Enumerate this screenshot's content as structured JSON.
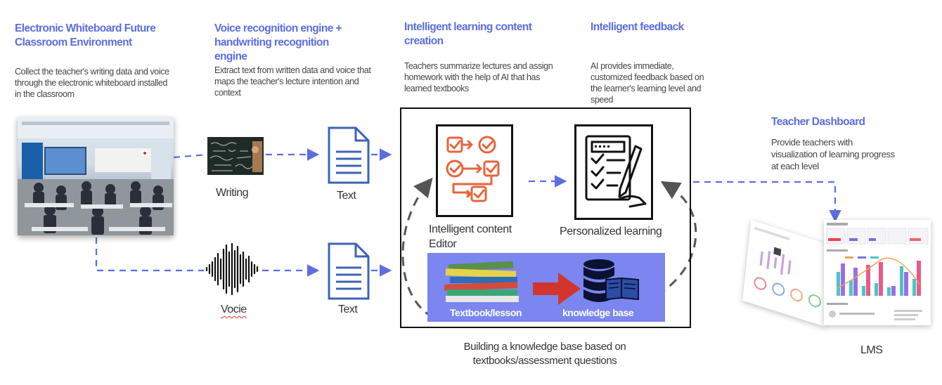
{
  "stages": {
    "whiteboard": {
      "title": "Electronic Whiteboard Future Classroom Environment",
      "title_lines": [
        "Electronic Whiteboard Future",
        "Classroom Environment"
      ],
      "desc_lines": [
        "Collect the teacher's writing data and voice",
        "through the electronic whiteboard installed",
        "in the classroom"
      ]
    },
    "recognition": {
      "title_lines": [
        "Voice recognition engine +",
        "handwriting recognition",
        "engine"
      ],
      "desc_lines": [
        "Extract text from written data and voice that",
        "maps the teacher's lecture intention and",
        "context"
      ]
    },
    "content_creation": {
      "title_lines": [
        "Intelligent learning content",
        "creation"
      ],
      "desc_lines": [
        "Teachers summarize lectures and assign",
        "homework with the help of AI that has",
        "learned textbooks"
      ]
    },
    "feedback": {
      "title_lines": [
        "Intelligent feedback"
      ],
      "desc_lines": [
        "AI provides immediate,",
        "customized feedback based on",
        "the learner's learning level and",
        "speed"
      ]
    },
    "dashboard": {
      "title_lines": [
        "Teacher Dashboard"
      ],
      "desc_lines": [
        "Provide teachers with",
        "visualization of learning progress",
        "at each level"
      ]
    }
  },
  "inputs": {
    "writing_label": "Writing",
    "voice_label": "Vocie",
    "text_label_top": "Text",
    "text_label_bottom": "Text"
  },
  "core": {
    "editor_label_lines": [
      "Intelligent content",
      "Editor"
    ],
    "personalized_label": "Personalized learning",
    "textbook_label": "Textbook/lesson",
    "kb_label": "knowledge base",
    "caption_lines": [
      "Building a knowledge base based on",
      "textbooks/assessment questions"
    ]
  },
  "lms": {
    "label": "LMS"
  },
  "colors": {
    "accent": "#5b6ee1",
    "connector": "#5b6ee1",
    "kb_band": "#7b86f0",
    "arrow_red": "#d0362e",
    "doc_blue": "#3d63b5",
    "icon_orange": "#e8643c"
  }
}
